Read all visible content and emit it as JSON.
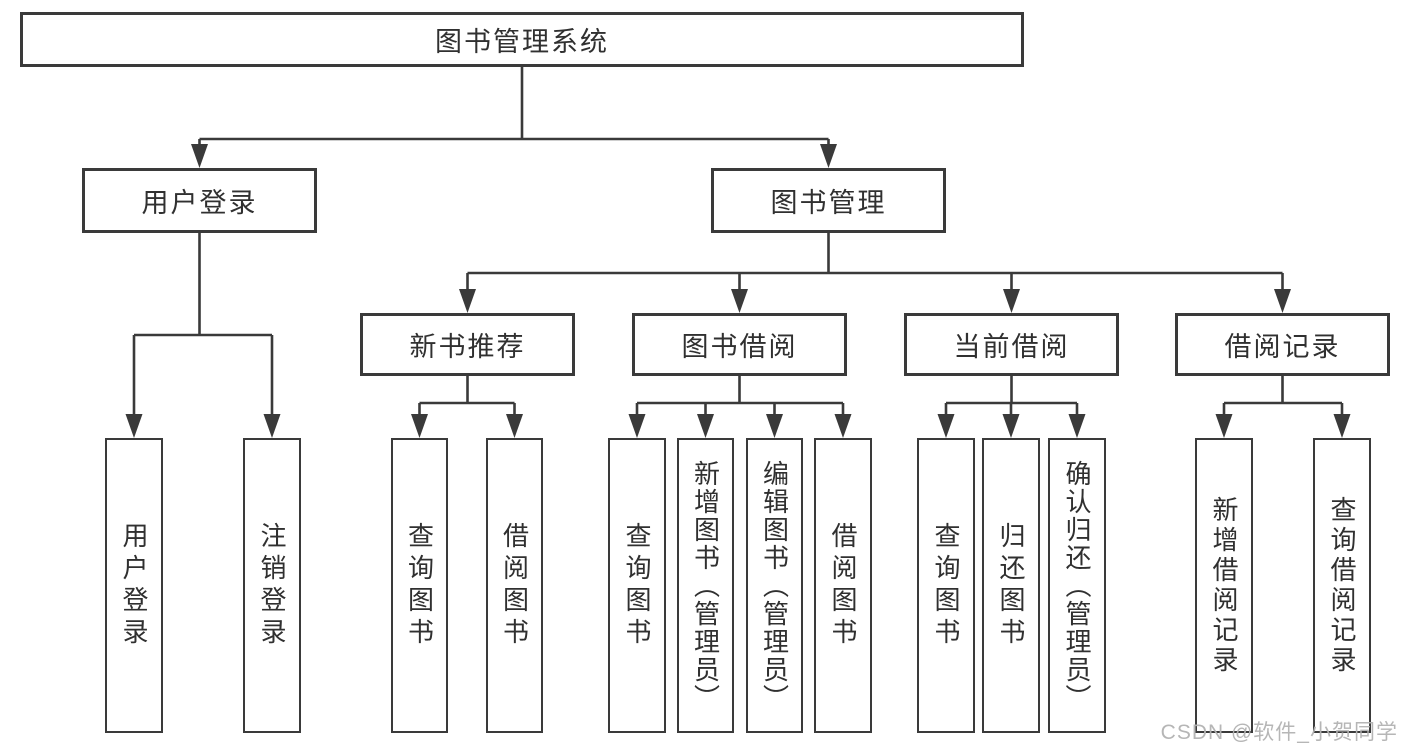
{
  "title": {
    "root": "图书管理系统"
  },
  "nodes": {
    "user_login": "用户登录",
    "book_mgmt": "图书管理",
    "new_book_rec": "新书推荐",
    "book_borrow": "图书借阅",
    "current_borrow": "当前借阅",
    "borrow_records": "借阅记录"
  },
  "leaves": {
    "login": [
      "用户登录",
      "注销登录"
    ],
    "recommend": [
      "查询图书",
      "借阅图书"
    ],
    "borrow": [
      "查询图书",
      "新增图书（管理员）",
      "编辑图书（管理员）",
      "借阅图书"
    ],
    "current": [
      "查询图书",
      "归还图书",
      "确认归还（管理员）"
    ],
    "records": [
      "新增借阅记录",
      "查询借阅记录"
    ]
  },
  "watermark": "CSDN @软件_小贺同学",
  "colors": {
    "line": "#3a3a3a",
    "text": "#303030",
    "watermark": "#b2b2b2",
    "background": "#ffffff"
  }
}
